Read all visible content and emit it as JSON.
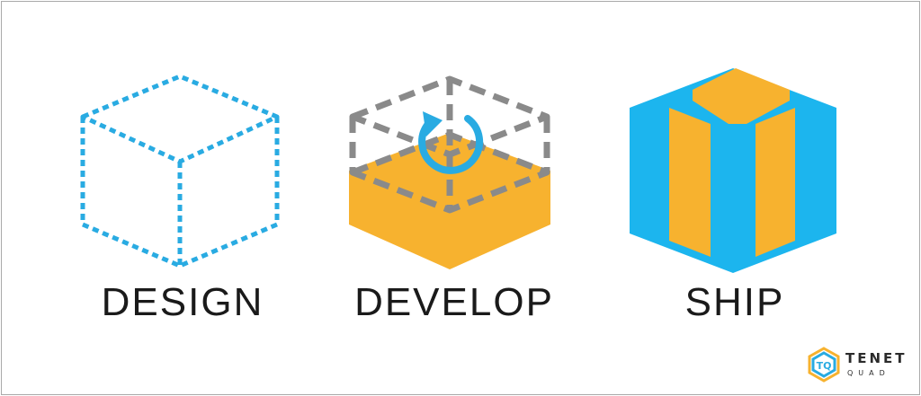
{
  "steps": [
    {
      "label": "DESIGN",
      "icon": "dotted-cube-icon"
    },
    {
      "label": "DEVELOP",
      "icon": "half-built-cube-icon"
    },
    {
      "label": "SHIP",
      "icon": "gift-box-icon"
    }
  ],
  "brand": {
    "name": "TENET",
    "sub": "QUAD"
  },
  "colors": {
    "blue": "#29abe2",
    "box_blue": "#1cb5ee",
    "orange": "#f7b22f",
    "gray": "#8a8a8a",
    "text": "#1a1a1a"
  }
}
